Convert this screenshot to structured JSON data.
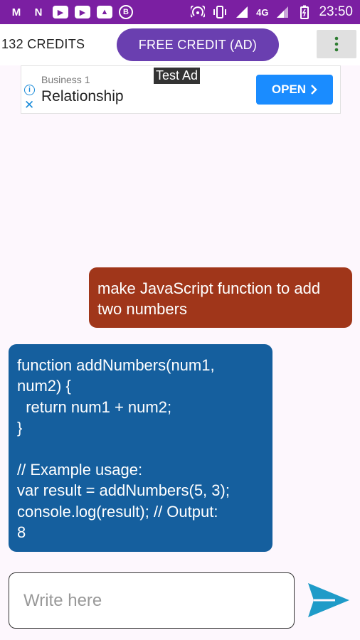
{
  "status_bar": {
    "left_icons": [
      "gmail-icon",
      "n-icon",
      "youtube-icon",
      "youtube-icon",
      "photo-icon",
      "b-icon"
    ],
    "network": "4G",
    "time": "23:50"
  },
  "app_bar": {
    "credits": "132 CREDITS",
    "free_credit_label": "FREE CREDIT (AD)",
    "menu_icon": "more-vertical-icon"
  },
  "ad": {
    "tag": "Test Ad",
    "subtitle": "Business 1",
    "title": "Relationship",
    "open_label": "OPEN"
  },
  "chat": {
    "user_message": "make JavaScript function to add two numbers",
    "bot_message": "function addNumbers(num1,\nnum2) {\n  return num1 + num2;\n}\n\n// Example usage:\nvar result = addNumbers(5, 3);\nconsole.log(result); // Output:\n8"
  },
  "input": {
    "placeholder": "Write here",
    "send_icon": "send-icon"
  },
  "colors": {
    "status_bar": "#7b1fa2",
    "accent_purple": "#6a3fb0",
    "user_bubble": "#a0361a",
    "bot_bubble": "#155f9e",
    "send": "#1f9bc8",
    "ad_open": "#1a8cff"
  }
}
